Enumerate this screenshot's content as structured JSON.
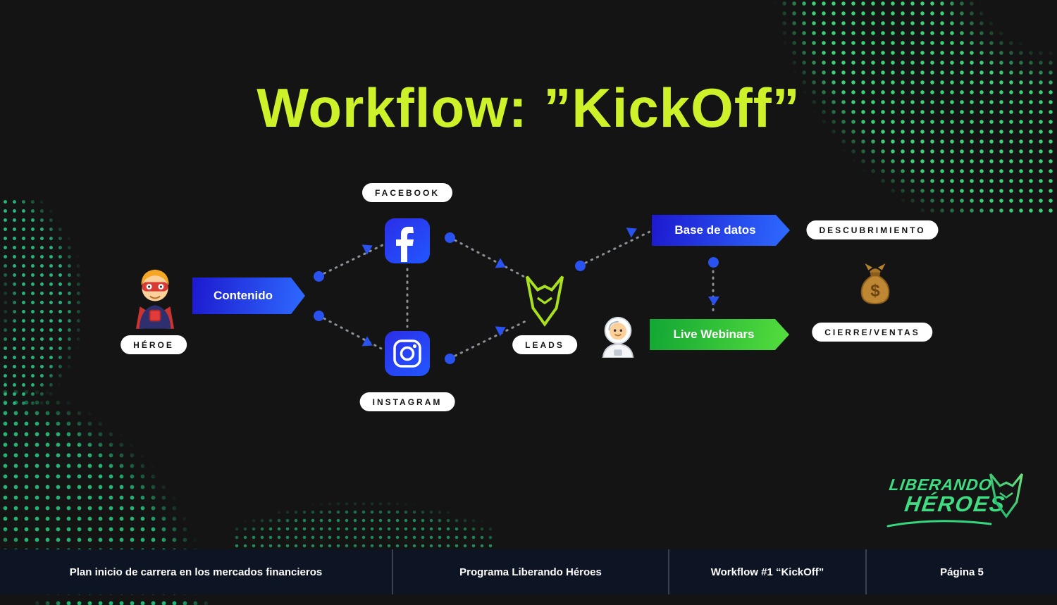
{
  "title": "Workflow: ”KickOff”",
  "colors": {
    "accent_lime": "#cdf229",
    "dot_green": "#2fc97c",
    "flow_blue": "#2a52f0",
    "banner_blue_start": "#1d19cf",
    "banner_blue_end": "#2e6bff",
    "banner_green_start": "#12a634",
    "banner_green_end": "#55de3e",
    "footer_bg": "#0d1524"
  },
  "diagram": {
    "hero": {
      "icon": "superhero-emoji",
      "label": "HÉROE"
    },
    "contenido_banner": "Contenido",
    "facebook": {
      "icon": "facebook-icon",
      "label": "FACEBOOK"
    },
    "instagram": {
      "icon": "instagram-icon",
      "label": "INSTAGRAM"
    },
    "leads": {
      "icon": "wolf-logo",
      "label": "LEADS"
    },
    "base_de_datos_banner": "Base de datos",
    "descubrimiento_label": "DESCUBRIMIENTO",
    "astronaut": {
      "icon": "astronaut-emoji"
    },
    "live_webinars_banner": "Live Webinars",
    "cierre_ventas_label": "CIERRE/VENTAS",
    "money": {
      "icon": "money-bag-emoji"
    }
  },
  "brand": {
    "line1": "LIBERANDO",
    "line2": "HÉROES",
    "icon": "wolf-logo"
  },
  "footer": {
    "items": [
      "Plan inicio de carrera en los mercados financieros",
      "Programa Liberando Héroes",
      "Workflow #1 “KickOff”",
      "Página 5"
    ]
  }
}
